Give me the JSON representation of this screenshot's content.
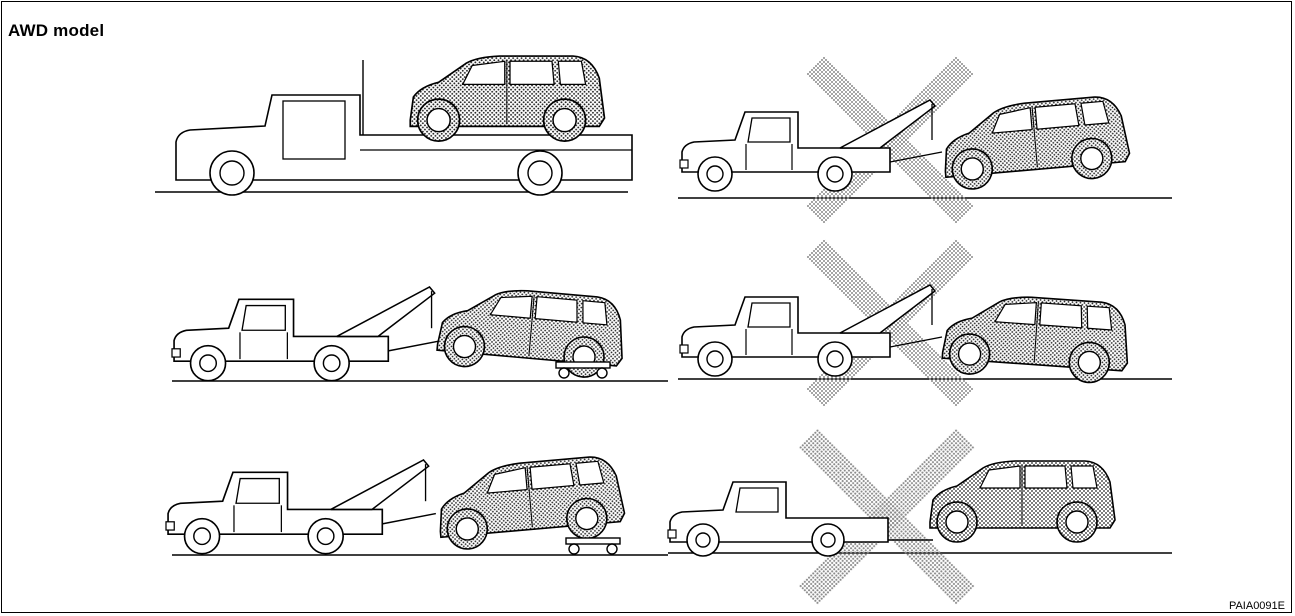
{
  "header": {
    "title": "AWD model"
  },
  "footer": {
    "code": "PAIA0091E"
  },
  "panels": [
    {
      "method": "flatbed-truck",
      "allowed": true
    },
    {
      "method": "wheel-lift-front-raised",
      "allowed": false
    },
    {
      "method": "wheel-lift-with-dollies-under-rear-wheels",
      "allowed": true
    },
    {
      "method": "wheel-lift-rear-raised",
      "allowed": false
    },
    {
      "method": "wheel-lift-front-with-dollies",
      "allowed": true
    },
    {
      "method": "flat-towing-all-wheels-on-ground",
      "allowed": false
    }
  ]
}
